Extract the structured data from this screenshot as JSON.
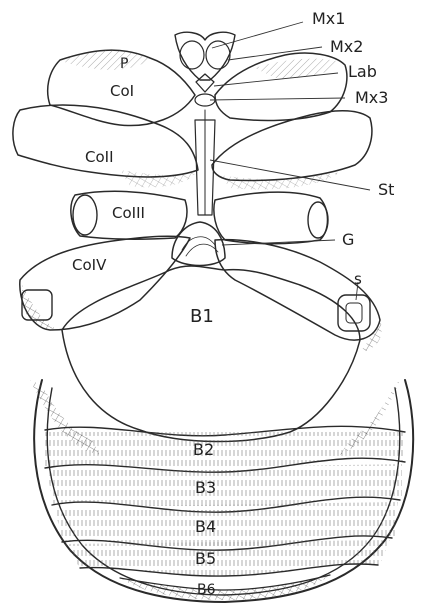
{
  "figure": {
    "labels": {
      "mx1": "Mx1",
      "mx2": "Mx2",
      "lab": "Lab",
      "mx3": "Mx3",
      "st": "St",
      "g": "G",
      "s": "s",
      "p": "P",
      "co1": "CoI",
      "co2": "CoII",
      "co3": "CoIII",
      "co4": "CoIV",
      "b1": "B1",
      "b2": "B2",
      "b3": "B3",
      "b4": "B4",
      "b5": "B5",
      "b6": "B6"
    },
    "ink_color": "#2a2a2a"
  }
}
